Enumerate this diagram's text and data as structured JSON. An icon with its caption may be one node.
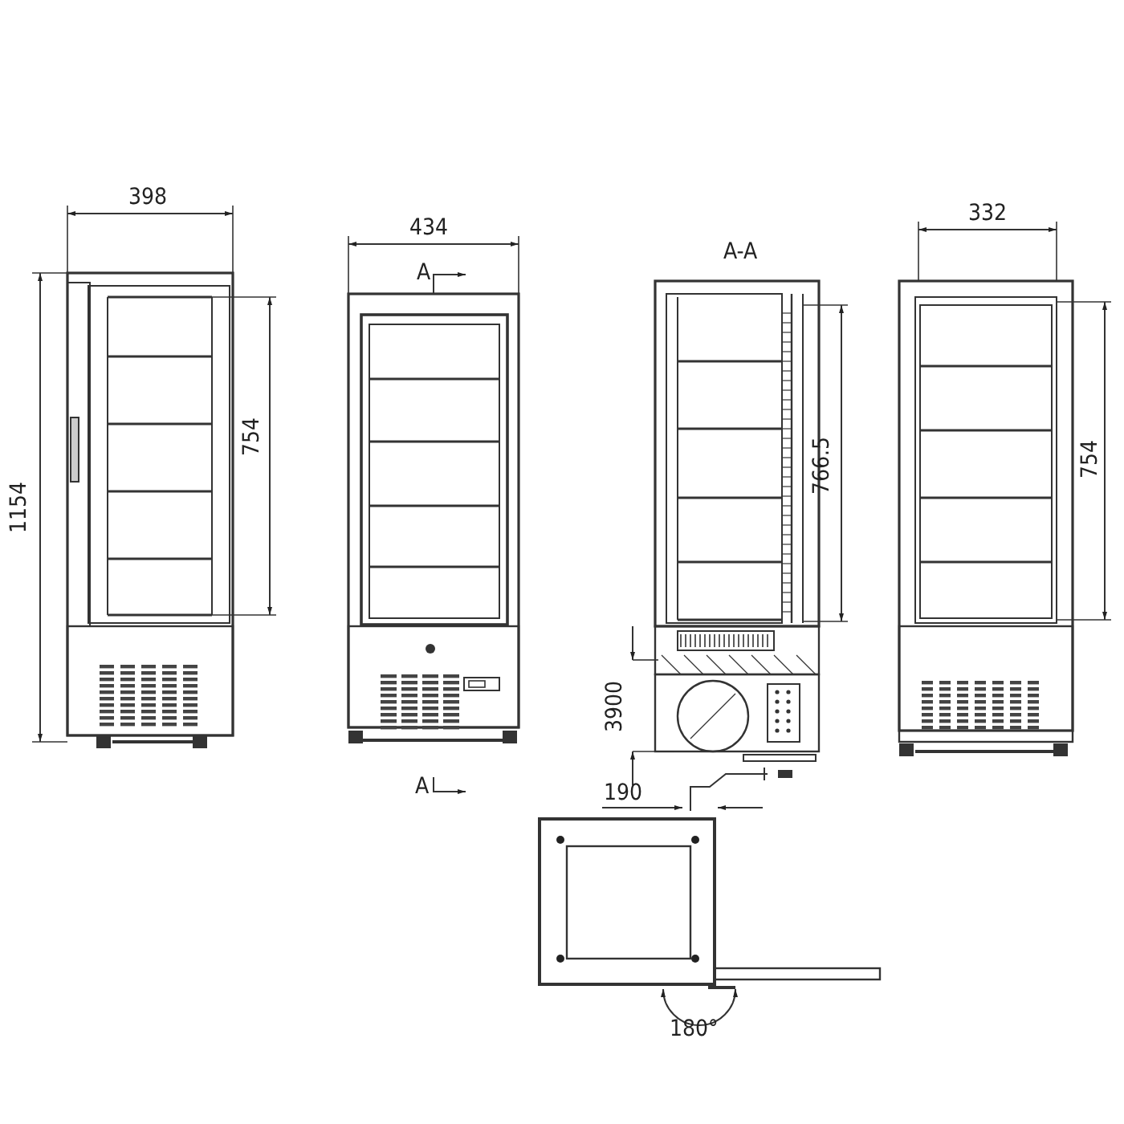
{
  "diagram": {
    "labels": [
      "398",
      "434",
      "332",
      "A-A",
      "A",
      "1154",
      "754",
      "766.5",
      "754",
      "3900",
      "A",
      "190",
      "180°"
    ]
  }
}
